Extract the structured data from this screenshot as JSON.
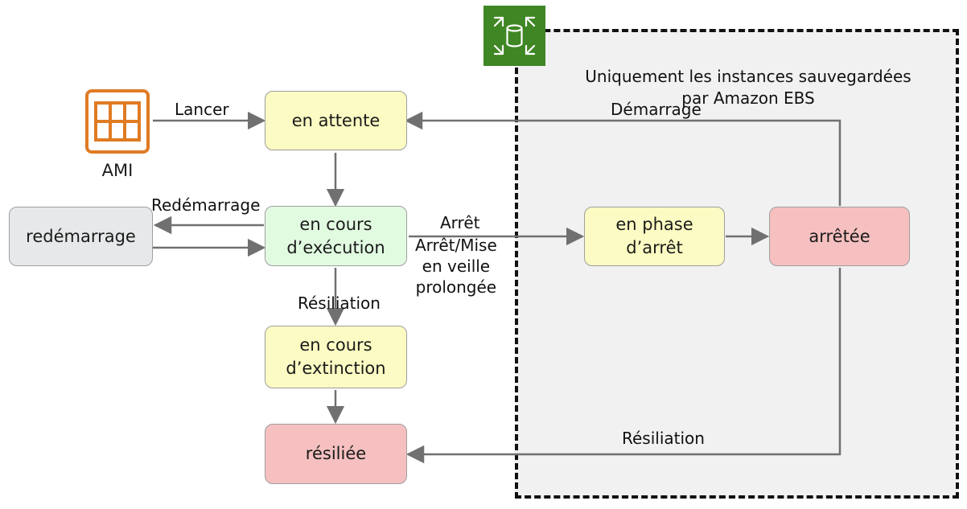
{
  "region": {
    "caption_line1": "Uniquement les instances sauvegardées",
    "caption_line2": "par Amazon EBS",
    "icon": "ebs-volume-icon",
    "icon_color": "#3f8624"
  },
  "source": {
    "label": "AMI",
    "icon": "ami-icon",
    "color": "#e07b24"
  },
  "states": {
    "pending": "en attente",
    "running_line1": "en cours",
    "running_line2": "d’exécution",
    "rebooting": "redémarrage",
    "stopping_line1": "en phase",
    "stopping_line2": "d’arrêt",
    "stopped": "arrêtée",
    "shutting_down_line1": "en cours",
    "shutting_down_line2": "d’extinction",
    "terminated": "résiliée"
  },
  "transitions": {
    "launch": "Lancer",
    "start": "Démarrage",
    "reboot": "Redémarrage",
    "stop": "Arrêt",
    "stop_hibernate_line1": "Arrêt/Mise",
    "stop_hibernate_line2": "en veille",
    "stop_hibernate_line3": "prolongée",
    "terminate_running": "Résiliation",
    "terminate_stopped": "Résiliation"
  },
  "colors": {
    "pending": "#fbfbc3",
    "running": "#e1fbe1",
    "stopped": "#f6c0c0",
    "rebooting": "#e6e8e9",
    "arrow": "#707070"
  }
}
